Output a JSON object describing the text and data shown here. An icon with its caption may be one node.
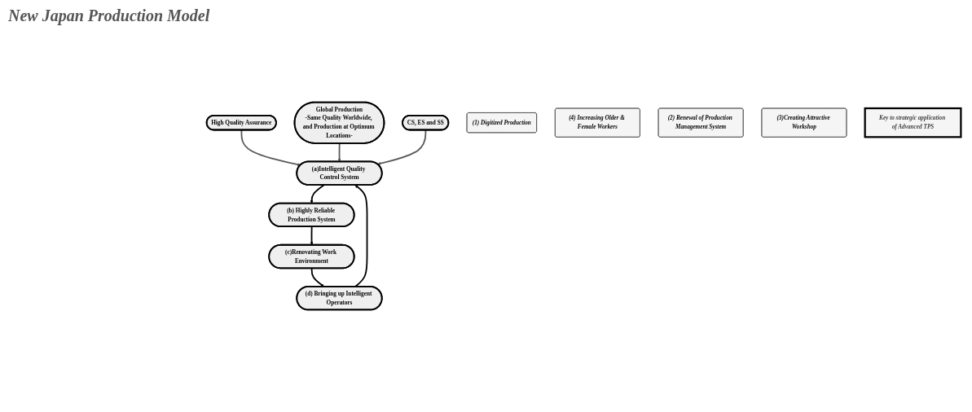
{
  "diagram": {
    "nodes": [
      {
        "text": [
          "Global Production",
          "-Same Quality Worldwide, and Production at Optimum Locations-"
        ]
      },
      {
        "text": [
          "High Quality Assurance"
        ]
      },
      {
        "text": [
          "CS, ES and SS"
        ]
      },
      {
        "text": [
          "(1) Digitized Production"
        ]
      },
      {
        "text": [
          "(4) Increasing Older & Female Workers"
        ]
      },
      {
        "text": [
          "(a)Intelligent Quality Control System"
        ]
      },
      {
        "text": [
          "(b) Highly Reliable Production System"
        ]
      },
      {
        "text": [
          "(d) Bringing up Intelligent Operators"
        ]
      },
      {
        "text": [
          "(c)Renovating Work Environment"
        ]
      },
      {
        "text": [
          "(2) Renewal of Production Management System"
        ]
      },
      {
        "text": [
          "(3)Creating Attractive Workshop"
        ]
      },
      {
        "text": [
          "Key to strategic application of Advanced TPS"
        ]
      }
    ],
    "edges": [
      {
        "from": 1,
        "to": 5,
        "arrow": "to",
        "color": "#595959"
      },
      {
        "from": 0,
        "to": 5,
        "arrow": "to",
        "color": "#595959"
      },
      {
        "from": 2,
        "to": 5,
        "arrow": "to",
        "color": "#595959"
      },
      {
        "from": 5,
        "to": 6,
        "arrow": "to"
      },
      {
        "from": 6,
        "to": 8,
        "arrow": "to"
      },
      {
        "from": 8,
        "to": 7,
        "arrow": "to"
      },
      {
        "from": 7,
        "to": 5,
        "arrow": "to"
      }
    ],
    "labels": [
      "New Japan Production Model"
    ]
  }
}
